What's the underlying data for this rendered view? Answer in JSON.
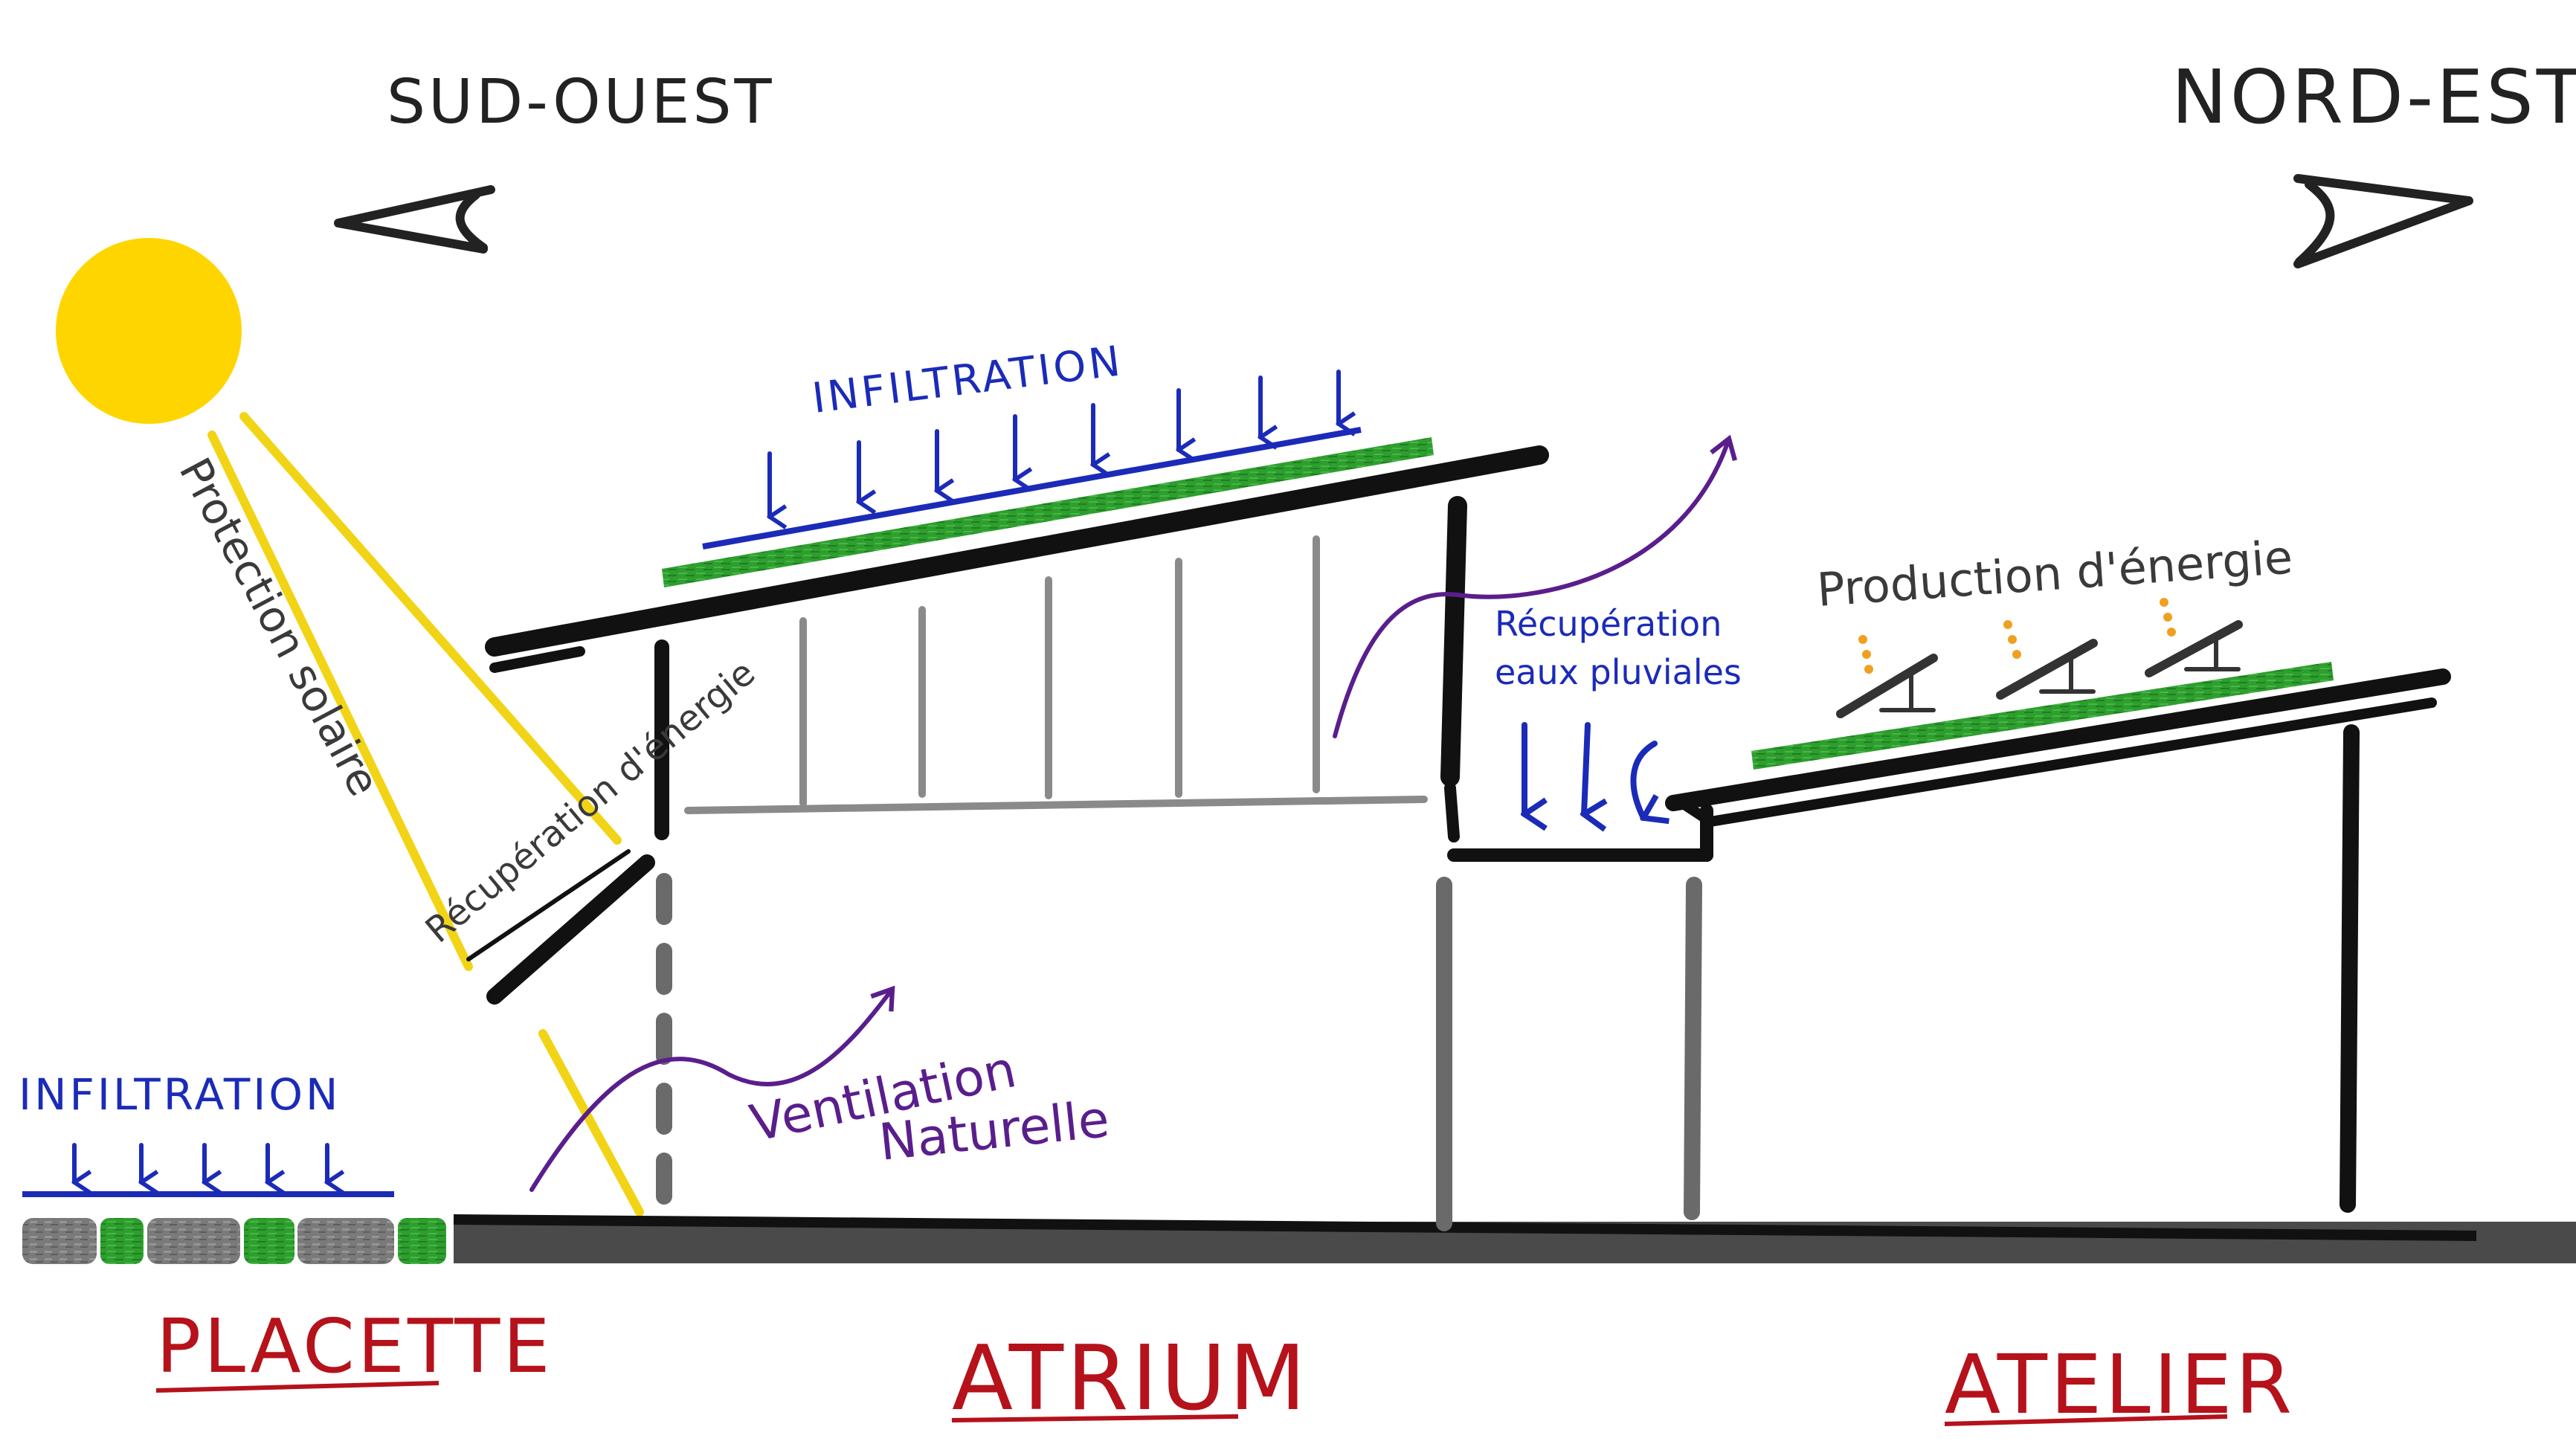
{
  "directions": {
    "left": "SUD-OUEST",
    "right": "NORD-EST"
  },
  "annotations": {
    "solar_protection": "Protection solaire",
    "energy_recovery_facade": "Récupération d'énergie",
    "roof_infiltration": "INFILTRATION",
    "ground_infiltration": "INFILTRATION",
    "rainwater": [
      "Récupération",
      "eaux pluviales"
    ],
    "energy_production": "Production d'énergie",
    "ventilation": [
      "Ventilation",
      "Naturelle"
    ]
  },
  "zones": {
    "placette": "PLACETTE",
    "atrium": "ATRIUM",
    "atelier": "ATELIER"
  },
  "colors": {
    "sun": "#FFD500",
    "sun_rays": "#F2D416",
    "structure": "#111111",
    "secondary_structure": "#8A8A8A",
    "green_roof": "#2E9E2E",
    "water_blue": "#1B2BB8",
    "ventilation_purple": "#5A1E8C",
    "zone_label_red": "#B5121B",
    "energy_dots": "#F0A020",
    "paving_grey": "#7A7A7A",
    "text_dark": "#3A3A3A"
  },
  "icons": {
    "left_arrow": "arrow-left-icon",
    "right_arrow": "arrow-right-icon",
    "sun": "sun-icon",
    "solar_panel": "solar-panel-icon"
  }
}
